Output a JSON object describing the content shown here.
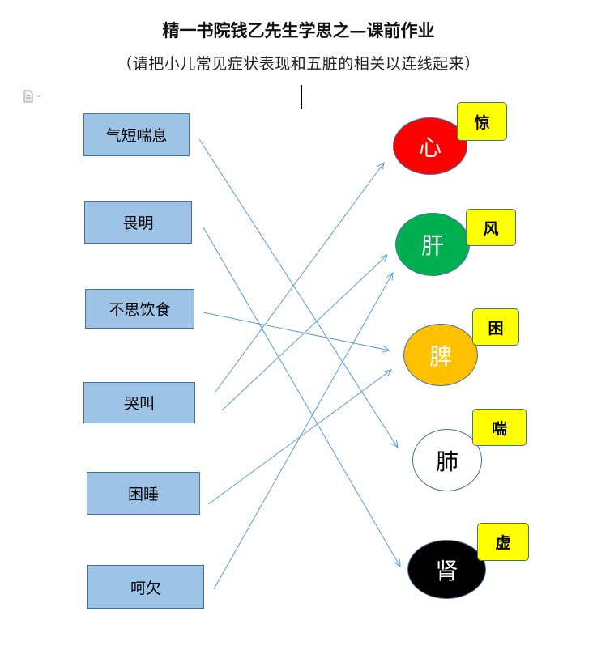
{
  "title": "精一书院钱乙先生学思之—课前作业",
  "subtitle": "（请把小儿常见症状表现和五脏的相关以连线起来）",
  "symptoms": [
    {
      "label": "气短喘息"
    },
    {
      "label": "畏明"
    },
    {
      "label": "不思饮食"
    },
    {
      "label": "哭叫"
    },
    {
      "label": "困睡"
    },
    {
      "label": "呵欠"
    }
  ],
  "organs": [
    {
      "label": "心",
      "color": "#ff0000",
      "text_color": "#ffffff",
      "tag": "惊"
    },
    {
      "label": "肝",
      "color": "#00b050",
      "text_color": "#ffffff",
      "tag": "风"
    },
    {
      "label": "脾",
      "color": "#ffc000",
      "text_color": "#ffffff",
      "tag": "困"
    },
    {
      "label": "肺",
      "color": "#ffffff",
      "text_color": "#000000",
      "tag": "喘"
    },
    {
      "label": "肾",
      "color": "#000000",
      "text_color": "#ffffff",
      "tag": "虚"
    }
  ],
  "connections": [
    {
      "from": "气短喘息",
      "to": "肺"
    },
    {
      "from": "畏明",
      "to": "肾"
    },
    {
      "from": "不思饮食",
      "to": "脾"
    },
    {
      "from": "哭叫",
      "to": "心"
    },
    {
      "from": "哭叫",
      "to": "肝"
    },
    {
      "from": "困睡",
      "to": "脾"
    },
    {
      "from": "呵欠",
      "to": "肝"
    }
  ],
  "colors": {
    "arrow": "#5b9bd5",
    "symptom_fill": "#9dc3e6",
    "tag_fill": "#ffff00"
  },
  "icons": {
    "doc": "document-icon"
  }
}
